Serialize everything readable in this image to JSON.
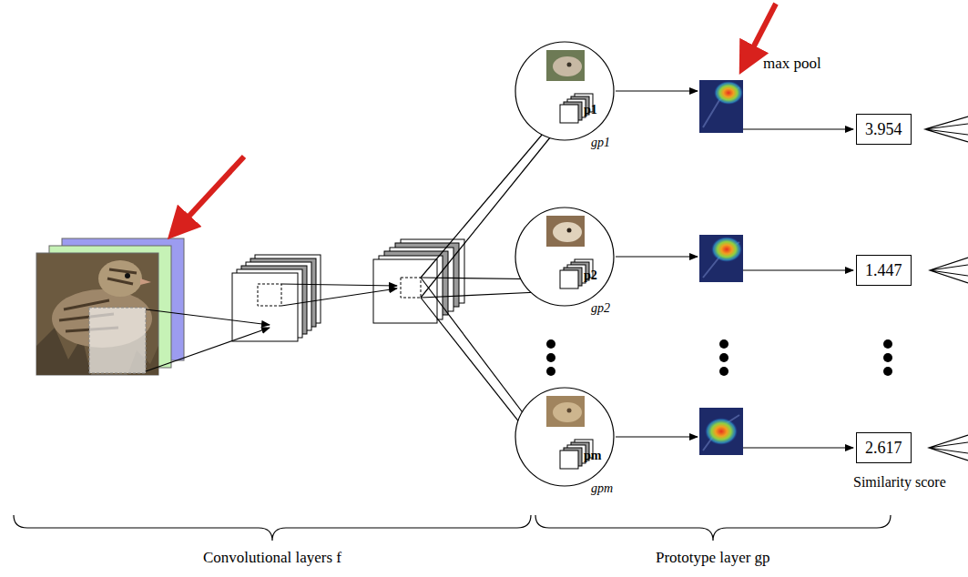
{
  "diagram": {
    "nodes": [
      {
        "text": [
          "p1",
          "gp1"
        ]
      },
      {
        "text": [
          "3.954"
        ]
      },
      {
        "text": [
          "p2",
          "gp2"
        ]
      },
      {
        "text": [
          "1.447"
        ]
      },
      {
        "text": [
          "pm",
          "gpm"
        ]
      },
      {
        "text": [
          "2.617"
        ]
      }
    ],
    "labels": [
      "max pool",
      "Similarity score",
      "Convolutional layers f",
      "Prototype layer gp"
    ]
  }
}
